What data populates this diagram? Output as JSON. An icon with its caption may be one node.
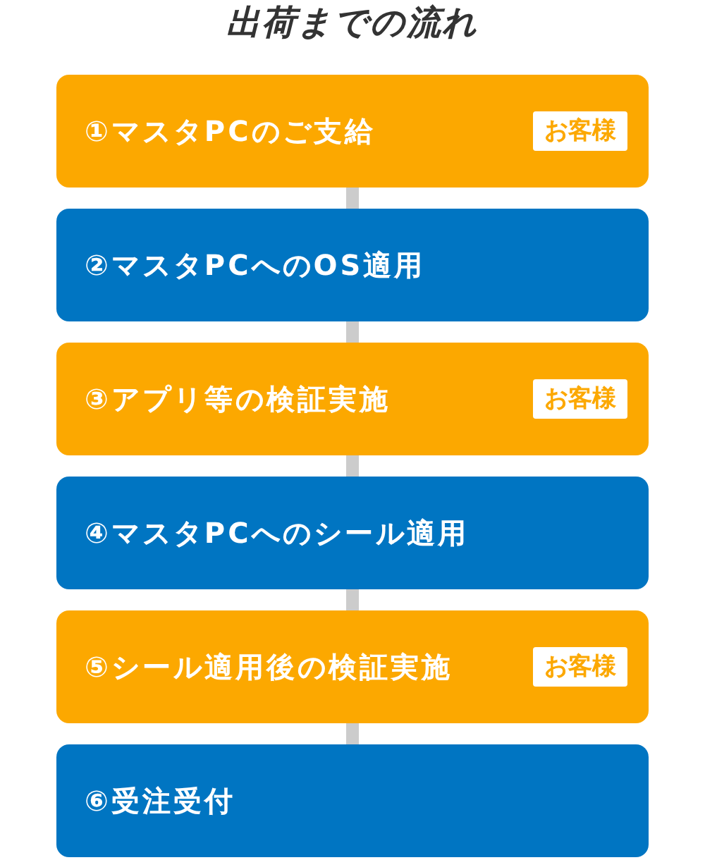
{
  "diagram": {
    "title": "出荷までの流れ",
    "nodes": [
      {
        "text": [
          "①マスタPCのご支給",
          "お客様"
        ]
      },
      {
        "text": [
          "②マスタPCへのOS適用"
        ]
      },
      {
        "text": [
          "③アプリ等の検証実施",
          "お客様"
        ]
      },
      {
        "text": [
          "④マスタPCへのシール適用"
        ]
      },
      {
        "text": [
          "⑤シール適用後の検証実施",
          "お客様"
        ]
      },
      {
        "text": [
          "⑥受注受付"
        ]
      }
    ],
    "edges": [
      {
        "from": 0,
        "to": 1,
        "arrow": "none"
      },
      {
        "from": 1,
        "to": 2,
        "arrow": "none"
      },
      {
        "from": 2,
        "to": 3,
        "arrow": "none"
      },
      {
        "from": 3,
        "to": 4,
        "arrow": "none"
      },
      {
        "from": 4,
        "to": 5,
        "arrow": "none"
      }
    ]
  }
}
